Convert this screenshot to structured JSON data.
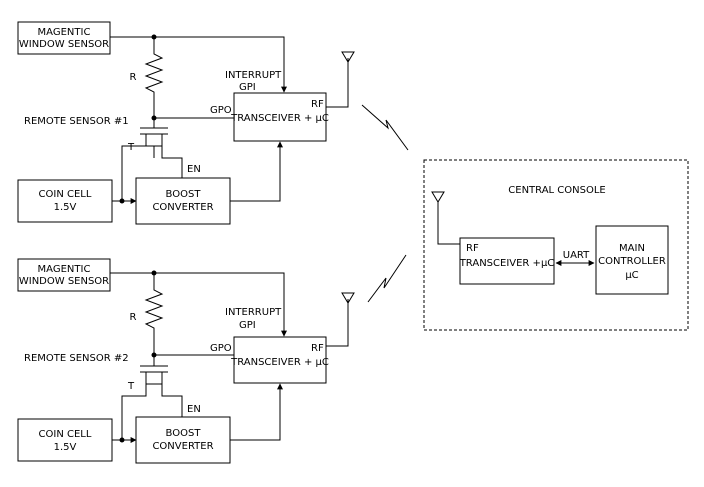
{
  "sensors": [
    {
      "label": "REMOTE SENSOR #1",
      "magnetic_sensor": [
        "MAGENTIC",
        "WINDOW SENSOR"
      ],
      "resistor": "R",
      "interrupt": [
        "INTERRUPT",
        "GPI"
      ],
      "gpo": "GPO",
      "rf": "RF",
      "transceiver": "TRANSCEIVER + µC",
      "transistor": "T",
      "enable": "EN",
      "coin_cell": [
        "COIN CELL",
        "1.5V"
      ],
      "boost": [
        "BOOST",
        "CONVERTER"
      ]
    },
    {
      "label": "REMOTE SENSOR #2",
      "magnetic_sensor": [
        "MAGENTIC",
        "WINDOW SENSOR"
      ],
      "resistor": "R",
      "interrupt": [
        "INTERRUPT",
        "GPI"
      ],
      "gpo": "GPO",
      "rf": "RF",
      "transceiver": "TRANSCEIVER + µC",
      "transistor": "T",
      "enable": "EN",
      "coin_cell": [
        "COIN CELL",
        "1.5V"
      ],
      "boost": [
        "BOOST",
        "CONVERTER"
      ]
    }
  ],
  "console": {
    "title": "CENTRAL CONSOLE",
    "rf": "RF",
    "transceiver": "TRANSCEIVER +µC",
    "uart": "UART",
    "controller": [
      "MAIN",
      "CONTROLLER",
      "µC"
    ]
  }
}
